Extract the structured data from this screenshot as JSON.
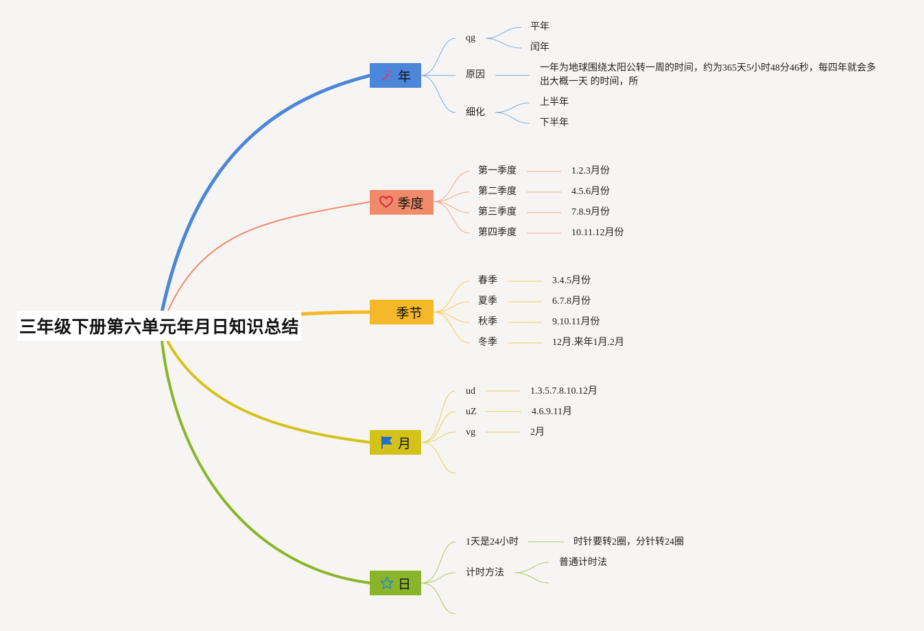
{
  "title": "三年级下册第六单元年月日知识总结",
  "colors": {
    "year": "#4b86d8",
    "quarter": "#f08a6a",
    "season": "#f4b828",
    "month": "#d4c21a",
    "day": "#8ab52a"
  },
  "branches": {
    "year": {
      "label": "年",
      "icon": "wand-icon",
      "children": [
        {
          "label": "qg",
          "items": [
            "平年",
            "闰年"
          ]
        },
        {
          "label": "原因",
          "items": [
            "一年为地球围绕太阳公转一周的时间，约为365天5小时48分46秒，每四年就会多出大概一天 的时间，所"
          ]
        },
        {
          "label": "细化",
          "items": [
            "上半年",
            "下半年"
          ]
        }
      ]
    },
    "quarter": {
      "label": "季度",
      "icon": "heart-icon",
      "children": [
        {
          "label": "第一季度",
          "value": "1.2.3月份"
        },
        {
          "label": "第二季度",
          "value": "4.5.6月份"
        },
        {
          "label": "第三季度",
          "value": "7.8.9月份"
        },
        {
          "label": "第四季度",
          "value": "10.11.12月份"
        }
      ]
    },
    "season": {
      "label": "季节",
      "children": [
        {
          "label": "春季",
          "value": "3.4.5月份"
        },
        {
          "label": "夏季",
          "value": "6.7.8月份"
        },
        {
          "label": "秋季",
          "value": "9.10.11月份"
        },
        {
          "label": "冬季",
          "value": "12月.来年1月.2月"
        }
      ]
    },
    "month": {
      "label": "月",
      "icon": "flag-icon",
      "children": [
        {
          "label": "ud",
          "value": "1.3.5.7.8.10.12月"
        },
        {
          "label": "uZ",
          "value": "4.6.9.11月"
        },
        {
          "label": "vg",
          "value": "2月"
        }
      ]
    },
    "day": {
      "label": "日",
      "icon": "star-icon",
      "children": [
        {
          "label": "1天是24小时",
          "value": "时针要转2圈，分针转24圈"
        },
        {
          "label": "计时方法",
          "items": [
            "普通计时法"
          ]
        }
      ]
    }
  }
}
